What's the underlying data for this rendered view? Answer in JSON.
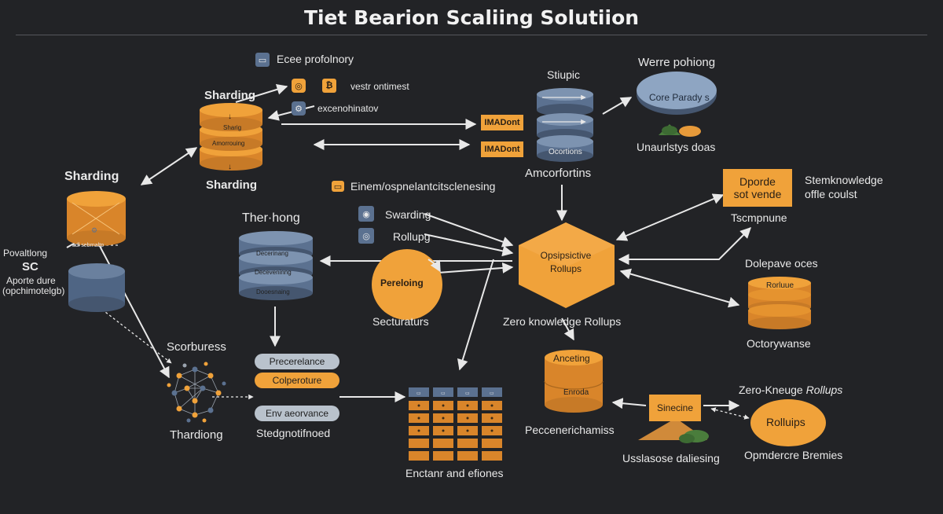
{
  "title": "Tiet Bearion Scaliing Solutiion",
  "labels": {
    "sharding_top": "Sharding",
    "sharding_top_below": "Sharding",
    "sharding_left": "Sharding",
    "ecee": "Ecee profolnory",
    "vestront": "vestr ontimest",
    "excenohinatov": "excenohinatov",
    "stiupic": "Stiupic",
    "amcorfortins": "Amcorfortins",
    "werre": "Werre pohiong",
    "core_paradys": "Core Parady s",
    "unaurlstys": "Unaurlstys doas",
    "dporde_1": "Dporde",
    "dporde_2": "sot vende",
    "stem_1": "Stemknowledge",
    "stem_2": "offle coulst",
    "tscmpnune": "Tscmpnune",
    "eine": "Einem/ospnelantcitsclenesing",
    "swarding": "Swarding",
    "rollupg": "Rollupg",
    "therhong": "Ther·hong",
    "opsipic_1": "Opsipsictive",
    "opsipic_2": "Rollups",
    "pereloing": "Pereloing",
    "secturaturs": "Secturaturs",
    "zero_rollups": "Zero knowledge Rollups",
    "dolepave": "Dolepave oces",
    "rorluue": "Rorluue",
    "octory": "Octorywanse",
    "scorburess": "Scorburess",
    "thardiong": "Thardiong",
    "povaltlong": "Povaltlong",
    "sc": "SC",
    "aporte_1": "Aporte dure",
    "aporte_2": "(opchimotelgb)",
    "adl_label": "adl sebrnaltp",
    "prece": "Precerelance",
    "colpe": "Colperoture",
    "env": "Env aeorvance",
    "stedgno": "Stedgnotifnoed",
    "enctanr": "Enctanr and efiones",
    "anceting": "Anceting",
    "enroda": "Enroda",
    "pecceneric": "Peccenerichamiss",
    "sinecine": "Sinecine",
    "zero_kneuge": "Zero-Kneuge",
    "zero_kneuge_it": "Rollups",
    "rolluips": "Rolluips",
    "usslasose": "Usslasose daliesing",
    "opmdercre": "Opmdercre Bremies",
    "imadont_1": "IMADont",
    "imadont_2": "IMADont",
    "ocortions": "Ocortions",
    "shardig_disk": "Sharig",
    "amorrouing_disk": "Amorrouing",
    "decerinang": "Decerinang",
    "decevening": "Deceveninng",
    "dooesnaing": "Dooesnaing"
  },
  "colors": {
    "background": "#222326",
    "orange": "#f0a23a",
    "orange_dark": "#d9852a",
    "slate": "#5b7190",
    "slate_dark": "#45566f",
    "arrow": "#e8e8e8",
    "pill_gray": "#b9c2cc"
  },
  "icons": [
    "card-icon",
    "coin-icon",
    "bitcoin-icon",
    "gear-icon",
    "screen-icon",
    "target-icon",
    "ring-icon"
  ]
}
